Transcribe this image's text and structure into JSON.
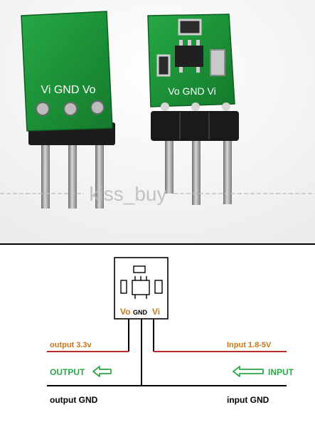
{
  "photo": {
    "left_module_pins": "Vi GND Vo",
    "right_module_pins": "Vo GND Vi",
    "watermark": "kiss_buy"
  },
  "diagram": {
    "chip_pins": {
      "vo": "Vo",
      "gnd": "GND",
      "vi": "Vi"
    },
    "output_voltage": "output 3.3v",
    "input_voltage": "Input 1.8-5V",
    "output_label": "OUTPUT",
    "input_label": "INPUT",
    "output_gnd": "output GND",
    "input_gnd": "input GND"
  },
  "colors": {
    "pcb_green": "#1f9a3a",
    "pin_label_orange": "#c8761c",
    "arrow_green": "#2fa84a",
    "wire_red": "#b5302a"
  }
}
